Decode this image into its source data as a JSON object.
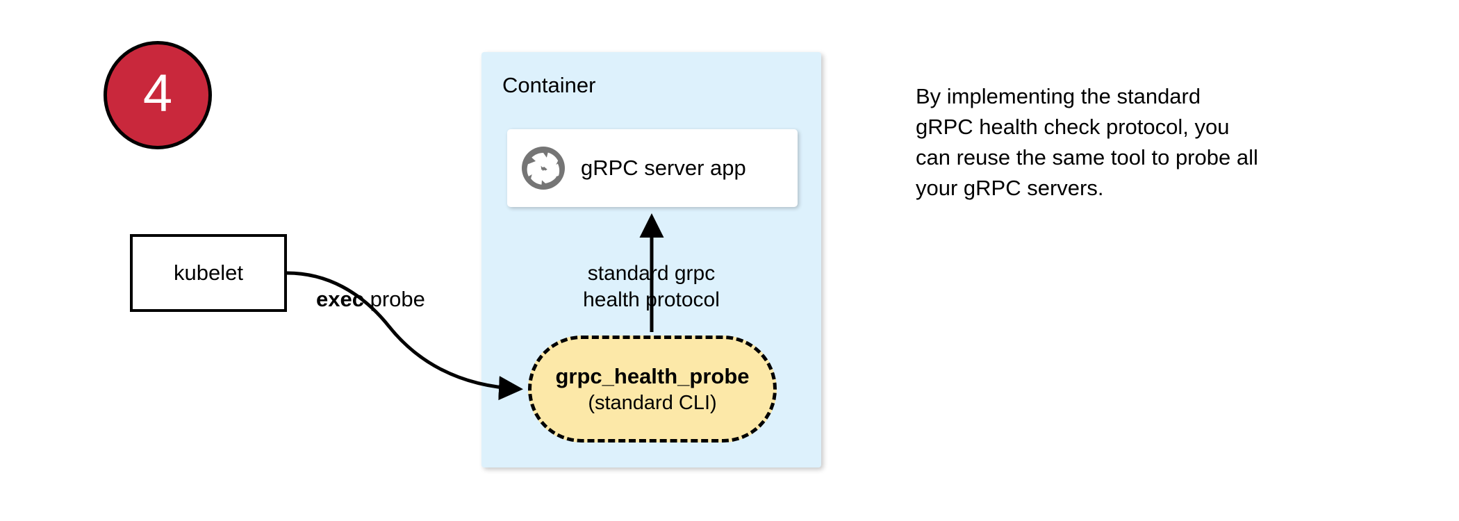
{
  "step": {
    "number": "4",
    "fill_color": "#c9283c",
    "border_color": "#000000",
    "text_color": "#ffffff"
  },
  "kubelet": {
    "label": "kubelet"
  },
  "container": {
    "title": "Container",
    "fill_color": "#ddf1fc"
  },
  "server_app": {
    "label": "gRPC server app",
    "icon": "aperture-icon",
    "icon_color": "#757575",
    "fill_color": "#ffffff"
  },
  "probe": {
    "title": "grpc_health_probe",
    "subtitle": "(standard CLI)",
    "fill_color": "#fce8a8",
    "border_style": "dashed"
  },
  "edges": {
    "exec_probe_bold": "exec",
    "exec_probe_rest": " probe",
    "health_protocol_line1": "standard grpc",
    "health_protocol_line2": "health protocol"
  },
  "caption": {
    "line1": "By implementing the standard",
    "line2": "gRPC health check protocol, you",
    "line3": "can reuse the same tool to probe all",
    "line4": "your gRPC servers."
  }
}
